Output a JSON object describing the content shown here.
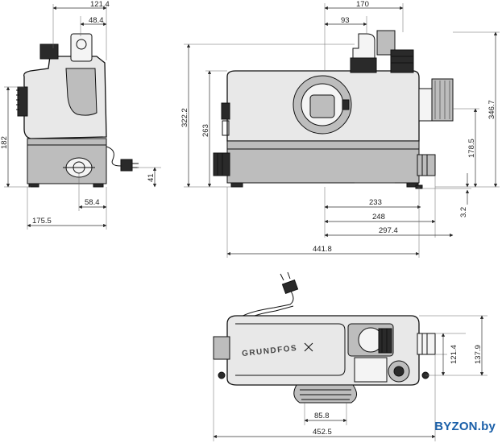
{
  "side_view": {
    "dims": {
      "width_top": "121.4",
      "outlet_offset": "48.4",
      "height": "182",
      "inlet_height": "41",
      "inlet_offset": "58.4",
      "depth": "175.5"
    }
  },
  "front_view": {
    "dims": {
      "top_170": "170",
      "top_93": "93",
      "height_total": "322.2",
      "height_body": "263",
      "h_178": "178.5",
      "h_346": "346.7",
      "h_3": "3.2",
      "w_233": "233",
      "w_248": "248",
      "w_297": "297.4",
      "w_441": "441.8"
    }
  },
  "top_view": {
    "brand": "GRUNDFOS",
    "dims": {
      "w_121": "121.4",
      "w_137": "137.9",
      "w_85": "85.8",
      "w_452": "452.5"
    }
  },
  "watermark": {
    "main": "BYZON.by",
    "sub": ""
  }
}
